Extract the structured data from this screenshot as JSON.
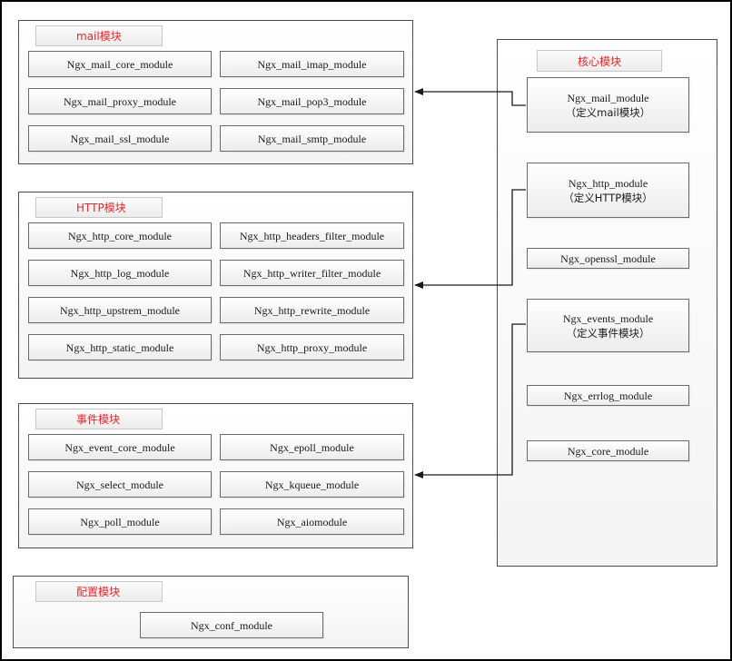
{
  "groups": {
    "mail": {
      "title": "mail模块",
      "modules": [
        "Ngx_mail_core_module",
        "Ngx_mail_imap_module",
        "Ngx_mail_proxy_module",
        "Ngx_mail_pop3_module",
        "Ngx_mail_ssl_module",
        "Ngx_mail_smtp_module"
      ]
    },
    "http": {
      "title": "HTTP模块",
      "modules": [
        "Ngx_http_core_module",
        "Ngx_http_headers_filter_module",
        "Ngx_http_log_module",
        "Ngx_http_writer_filter_module",
        "Ngx_http_upstrem_module",
        "Ngx_http_rewrite_module",
        "Ngx_http_static_module",
        "Ngx_http_proxy_module"
      ]
    },
    "events": {
      "title": "事件模块",
      "modules": [
        "Ngx_event_core_module",
        "Ngx_epoll_module",
        "Ngx_select_module",
        "Ngx_kqueue_module",
        "Ngx_poll_module",
        "Ngx_aiomodule"
      ]
    },
    "conf": {
      "title": "配置模块",
      "modules": [
        "Ngx_conf_module"
      ]
    },
    "core": {
      "title": "核心模块",
      "mail_module": {
        "name": "Ngx_mail_module",
        "note": "（定义mail模块）"
      },
      "http_module": {
        "name": "Ngx_http_module",
        "note": "（定义HTTP模块）"
      },
      "openssl_module": "Ngx_openssl_module",
      "events_module": {
        "name": "Ngx_events_module",
        "note": "（定义事件模块）"
      },
      "errlog_module": "Ngx_errlog_module",
      "core_module": "Ngx_core_module"
    }
  },
  "colors": {
    "title_text": "#e8242a",
    "border": "#4d4d4d",
    "connector": "#1a1a1a"
  }
}
